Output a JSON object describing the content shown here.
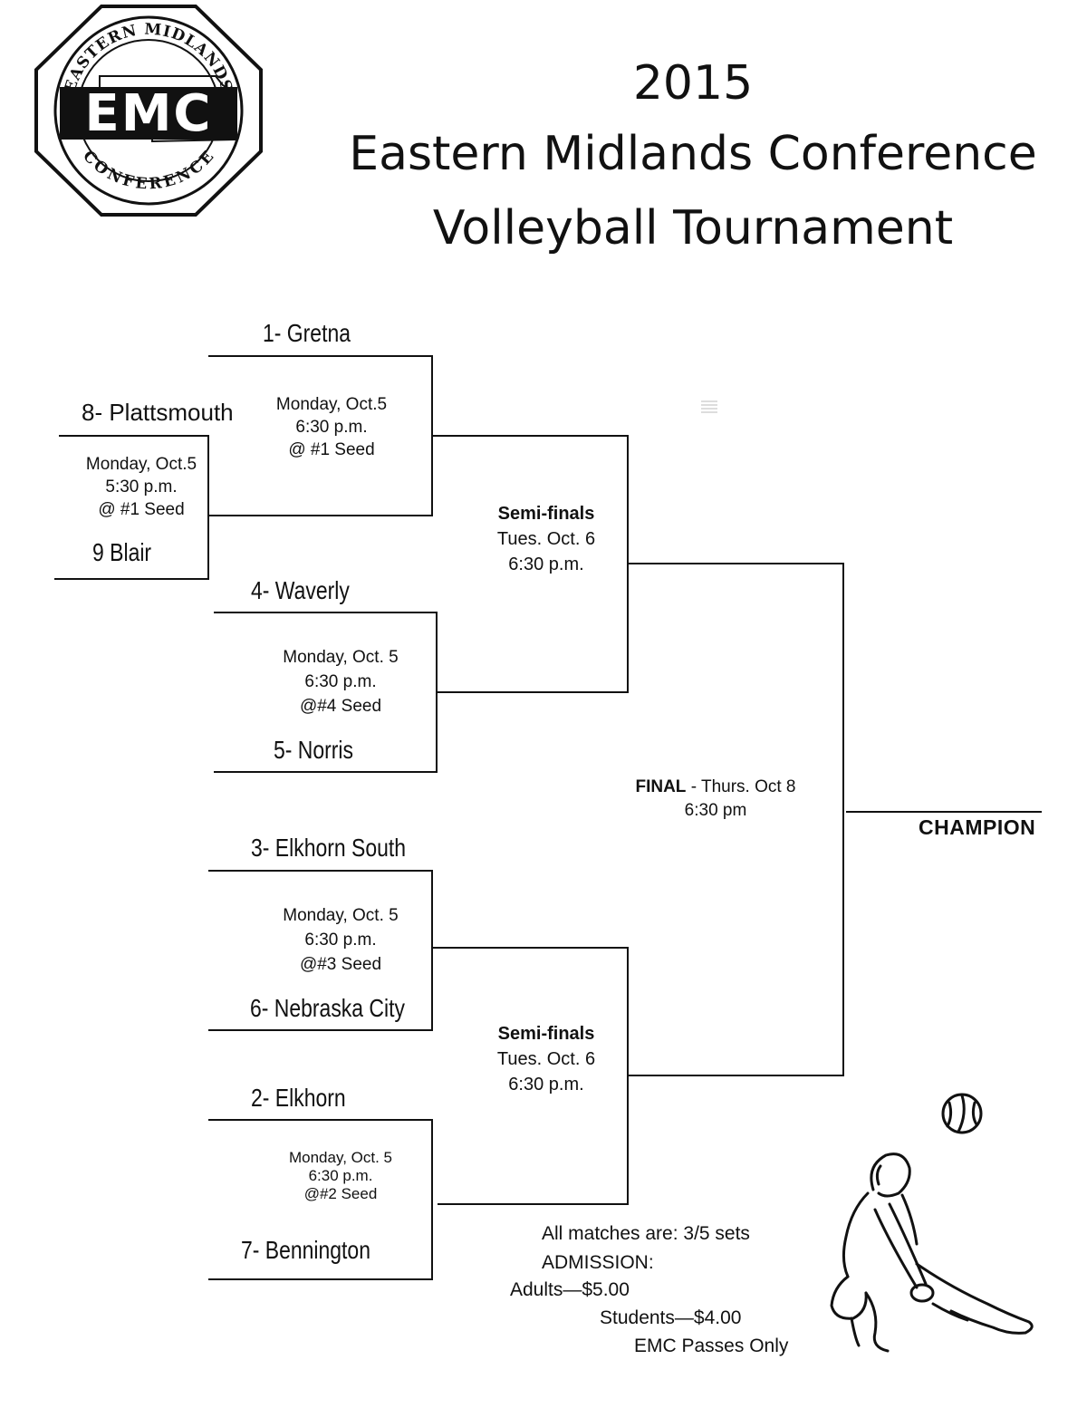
{
  "logo": {
    "top_text": "EASTERN MIDLANDS",
    "center_text": "EMC",
    "bottom_text": "CONFERENCE",
    "icon": "emc-logo"
  },
  "header": {
    "year": "2015",
    "line1": "Eastern Midlands Conference",
    "line2": "Volleyball Tournament"
  },
  "bracket": {
    "teams": {
      "gretna": "1-  Gretna",
      "plattsmouth": "8- Plattsmouth",
      "blair": "9 Blair",
      "waverly": "4- Waverly",
      "norris": "5- Norris",
      "elkhorn_south": "3- Elkhorn South",
      "nebraska_city": "6- Nebraska City",
      "elkhorn": "2-  Elkhorn",
      "bennington": "7- Bennington"
    },
    "schedules": {
      "play_in": [
        "Monday, Oct.5",
        "5:30  p.m.",
        "@ #1 Seed"
      ],
      "gretna": [
        "Monday, Oct.5",
        "6:30 p.m.",
        "@ #1 Seed"
      ],
      "waverly": [
        "Monday, Oct. 5",
        "6:30 p.m.",
        "@#4 Seed"
      ],
      "elkhorn_south": [
        "Monday, Oct. 5",
        "6:30 p.m.",
        "@#3 Seed"
      ],
      "elkhorn": [
        "Monday, Oct. 5",
        "6:30 p.m.",
        "@#2 Seed"
      ]
    },
    "semifinal_top": {
      "label": "Semi-finals",
      "date": "Tues. Oct. 6",
      "time": "6:30 p.m."
    },
    "semifinal_bottom": {
      "label": "Semi-finals",
      "date": "Tues. Oct. 6",
      "time": "6:30 p.m."
    },
    "final": {
      "label": "FINAL",
      "date": " - Thurs. Oct 8",
      "time": "6:30 pm"
    },
    "champion": "CHAMPION"
  },
  "info": {
    "matches": "All matches are:  3/5 sets",
    "admission": "ADMISSION:",
    "adults": "Adults—$5.00",
    "students": "Students—$4.00",
    "passes": "EMC Passes Only"
  },
  "colors": {
    "ink": "#111111",
    "background": "#ffffff"
  },
  "illustration": "volleyball-player-icon"
}
